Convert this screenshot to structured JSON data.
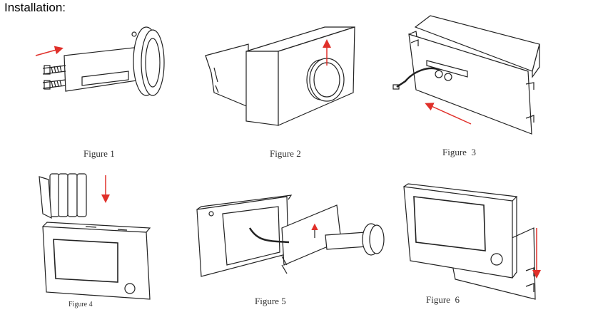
{
  "page": {
    "title": "Installation:"
  },
  "figures": [
    {
      "caption": "Figure 1"
    },
    {
      "caption": "Figure 2"
    },
    {
      "caption": "Figure  3"
    },
    {
      "caption": "Figure 4"
    },
    {
      "caption": "Figure 5"
    },
    {
      "caption": "Figure  6"
    }
  ],
  "colors": {
    "arrow": "#e0302a",
    "line": "#222222"
  }
}
